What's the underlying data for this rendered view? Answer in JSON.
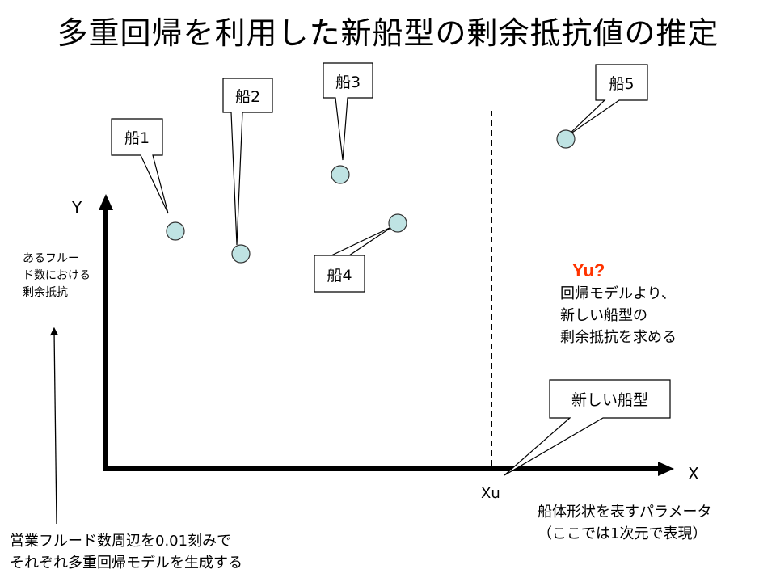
{
  "title": "多重回帰を利用した新船型の剰余抵抗値の推定",
  "axes": {
    "y_label": "Y",
    "x_label": "X",
    "xu_label": "Xu",
    "y_description": "あるフルー\nド数における\n剰余抵抗",
    "x_description": "船体形状を表すパラメータ\n（ここでは1次元で表現）"
  },
  "ships": [
    {
      "label": "船1"
    },
    {
      "label": "船2"
    },
    {
      "label": "船3"
    },
    {
      "label": "船4"
    },
    {
      "label": "船5"
    }
  ],
  "new_ship": {
    "label": "新しい船型",
    "unknown": "Yu?",
    "explanation": "回帰モデルより、\n新しい船型の\n剰余抵抗を求める"
  },
  "bottom_note": "営業フルード数周辺を0.01刻みで\nそれぞれ多重回帰モデルを生成する",
  "colors": {
    "point_fill": "#bfe3e3",
    "unknown_text": "#ff3300",
    "axis": "#000000"
  }
}
